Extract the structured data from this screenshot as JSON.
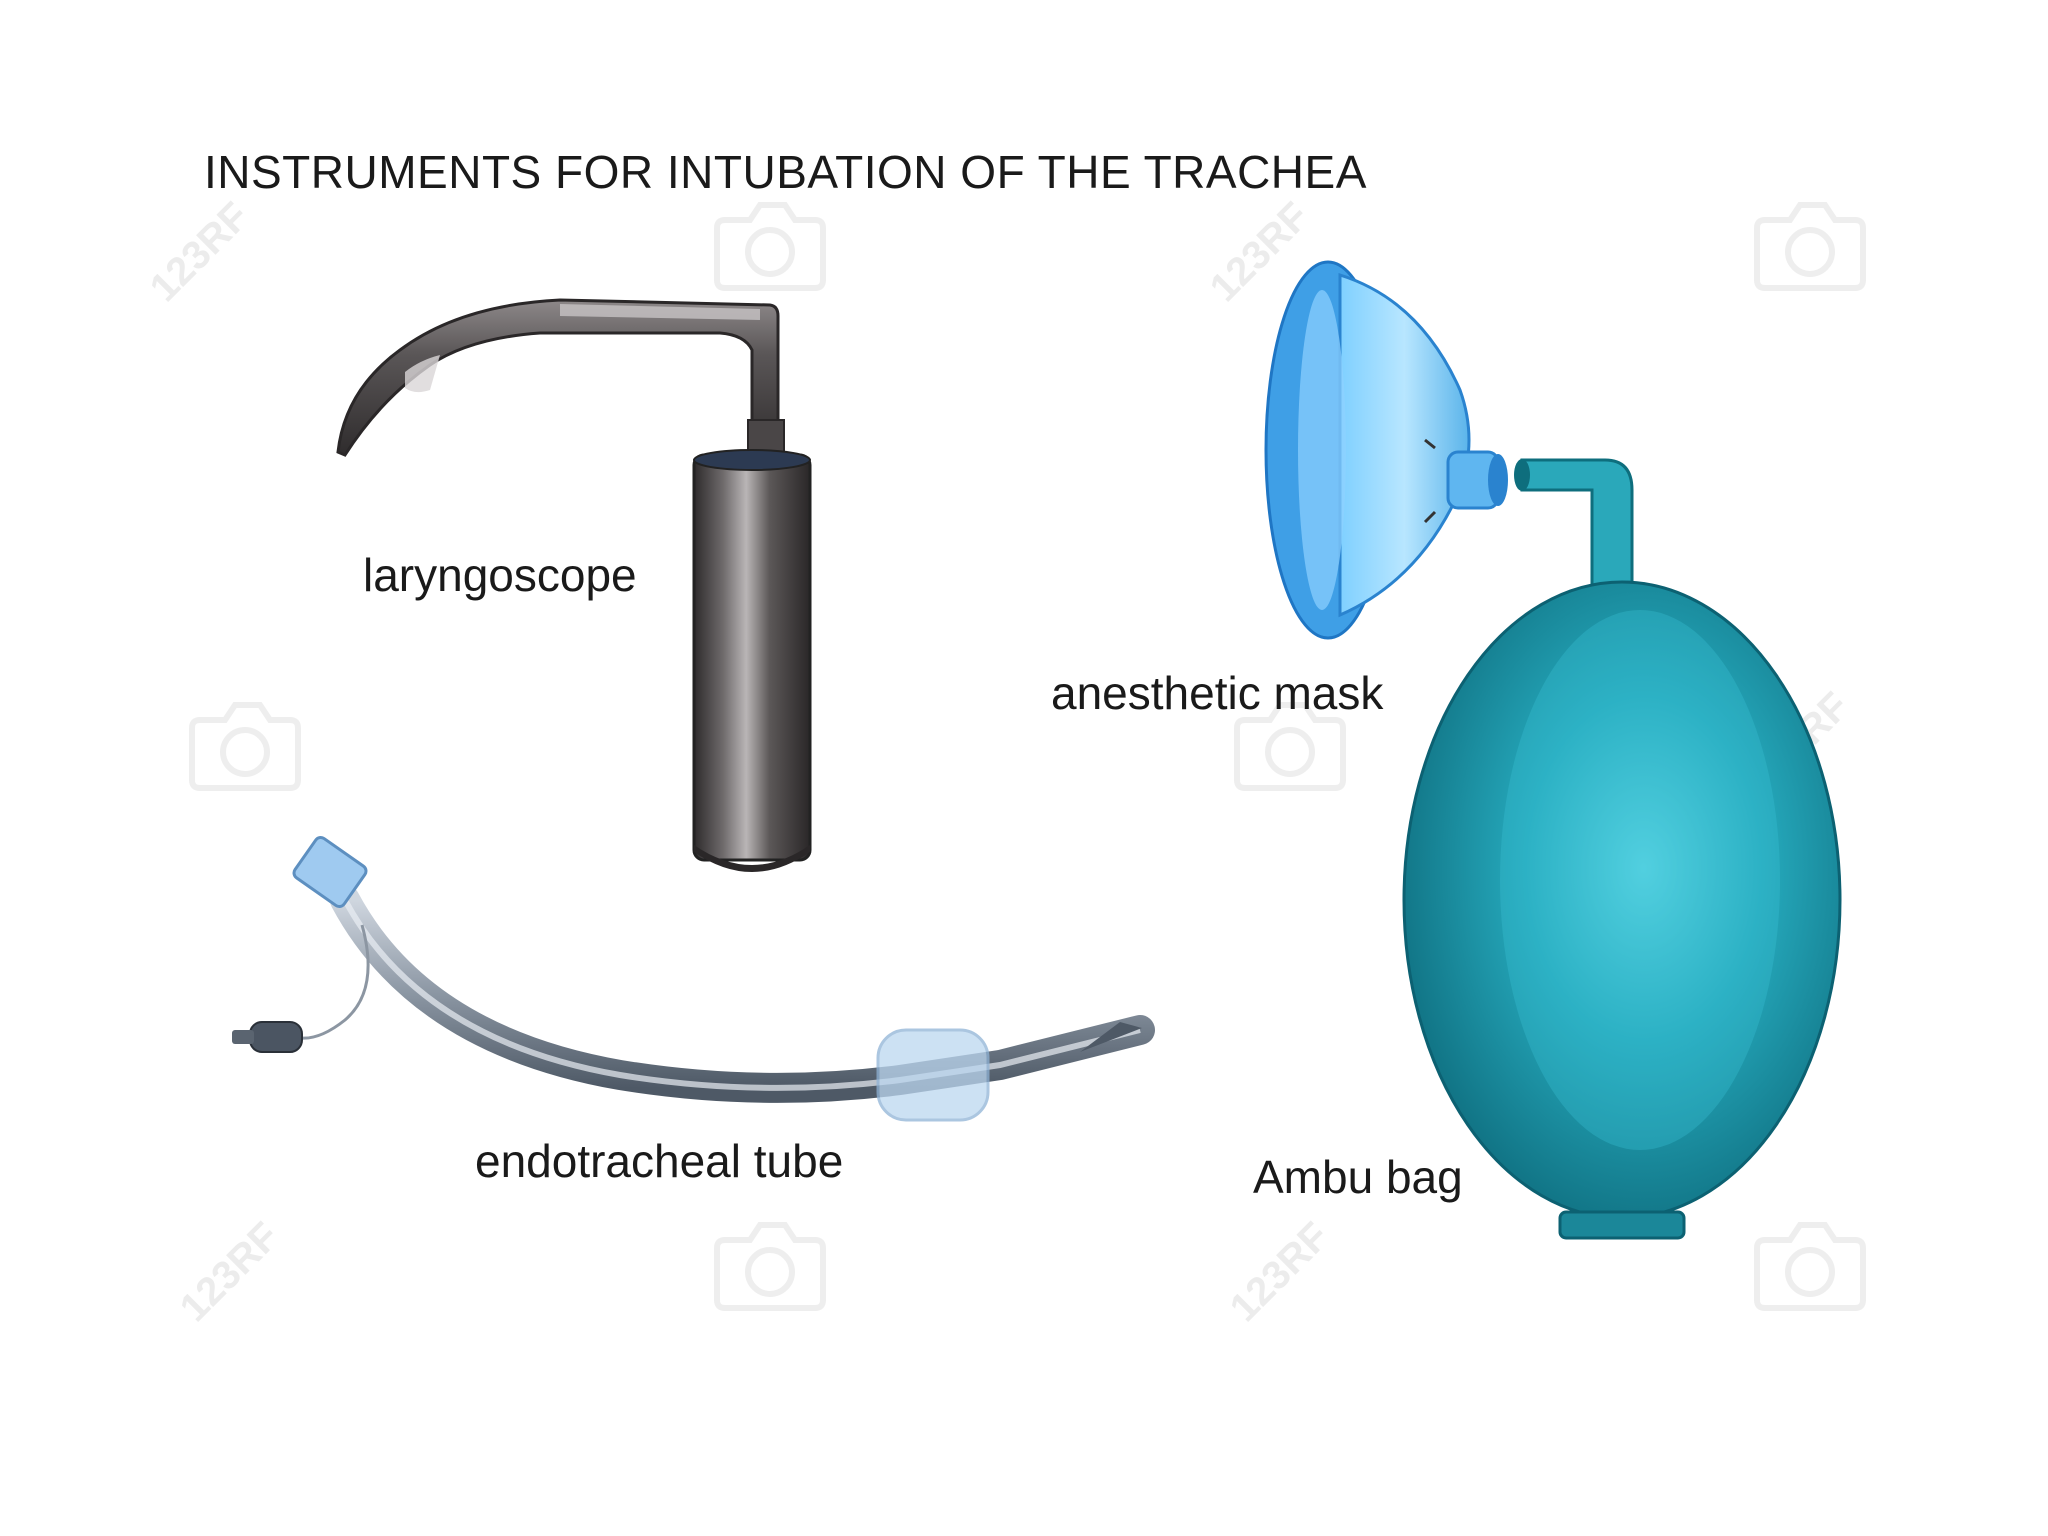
{
  "title": "INSTRUMENTS FOR INTUBATION OF THE TRACHEA",
  "labels": {
    "laryngoscope": "laryngoscope",
    "anesthetic_mask": "anesthetic mask",
    "endotracheal_tube": "endotracheal tube",
    "ambu_bag": "Ambu bag"
  },
  "watermark": {
    "text": "123RF"
  },
  "colors": {
    "background": "#ffffff",
    "text": "#1a1a1a",
    "laryngoscope_metal": "#4a4647",
    "mask_blue": "#3f9fe6",
    "ambu_teal": "#1e8fa3",
    "tube_gray": "#7f8a96"
  }
}
